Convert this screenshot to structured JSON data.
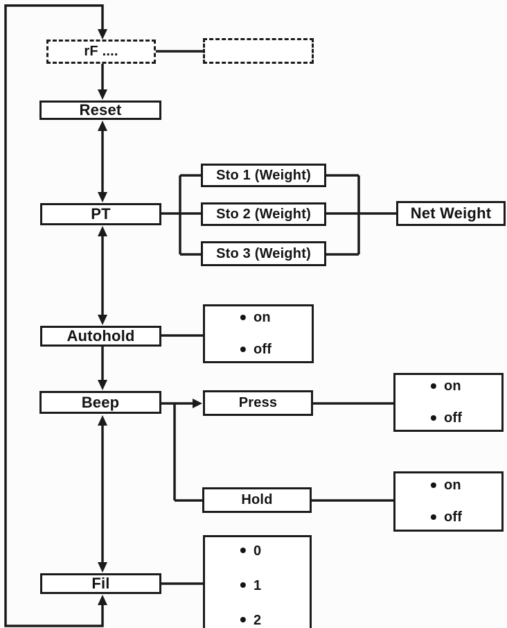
{
  "bullet": "•",
  "colors": {
    "line": "#1b1b1b",
    "box_background": "#ffffff",
    "page_background": "#fcfcfc",
    "text": "#141414"
  },
  "nodes": {
    "rf": "rF ....",
    "reset": "Reset",
    "pt": "PT",
    "sto1": "Sto 1 (Weight)",
    "sto2": "Sto 2 (Weight)",
    "sto3": "Sto 3 (Weight)",
    "net_weight": "Net Weight",
    "autohold": "Autohold",
    "beep": "Beep",
    "press": "Press",
    "hold": "Hold",
    "fil": "Fil"
  },
  "options": {
    "autohold": [
      "on",
      "off"
    ],
    "press": [
      "on",
      "off"
    ],
    "hold": [
      "on",
      "off"
    ],
    "fil": [
      "0",
      "1",
      "2"
    ]
  }
}
